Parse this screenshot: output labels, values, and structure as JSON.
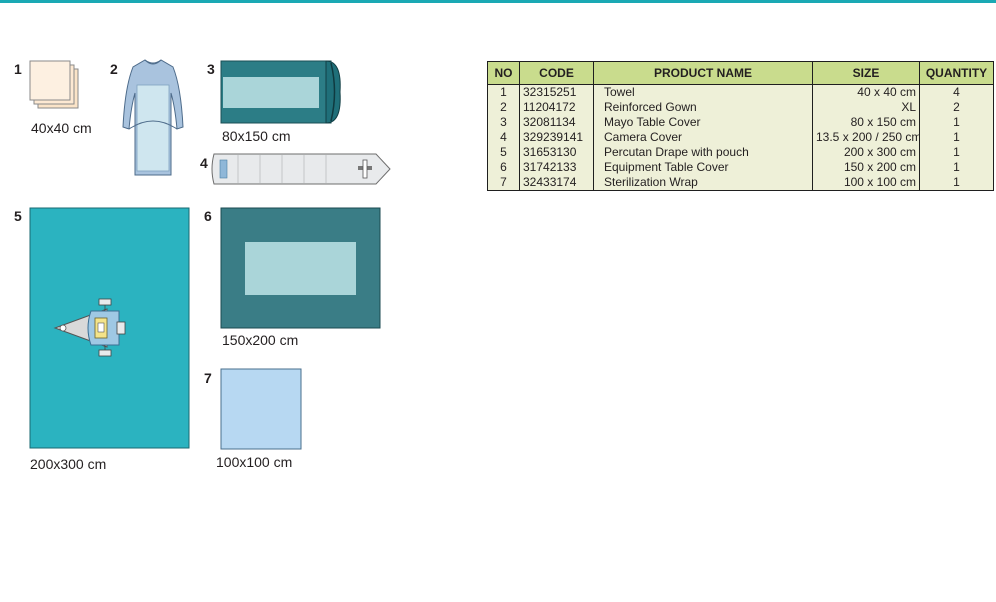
{
  "items": [
    {
      "num": "1",
      "caption": "40x40 cm"
    },
    {
      "num": "2",
      "caption": ""
    },
    {
      "num": "3",
      "caption": "80x150 cm"
    },
    {
      "num": "4",
      "caption": ""
    },
    {
      "num": "5",
      "caption": "200x300 cm"
    },
    {
      "num": "6",
      "caption": "150x200 cm"
    },
    {
      "num": "7",
      "caption": "100x100 cm"
    }
  ],
  "colors": {
    "accent_line": "#1aa9b4",
    "towel": "#fde9d3",
    "gown": "#a9c3de",
    "teal_dark": "#2c7d86",
    "drape_teal": "#2bb3c0",
    "wrap_blue": "#b7d8f2",
    "header_green": "#c9dc8d",
    "row_bg": "#eef0d8"
  },
  "table": {
    "headers": [
      "NO",
      "CODE",
      "PRODUCT NAME",
      "SIZE",
      "QUANTITY"
    ],
    "rows": [
      [
        "1",
        "32315251",
        "Towel",
        "40 x 40 cm",
        "4"
      ],
      [
        "2",
        "11204172",
        "Reinforced Gown",
        "XL",
        "2"
      ],
      [
        "3",
        "32081134",
        "Mayo Table Cover",
        "80 x 150 cm",
        "1"
      ],
      [
        "4",
        "329239141",
        "Camera Cover",
        "13.5 x 200 / 250 cm",
        "1"
      ],
      [
        "5",
        "31653130",
        "Percutan Drape with pouch",
        "200 x 300 cm",
        "1"
      ],
      [
        "6",
        "31742133",
        "Equipment Table Cover",
        "150 x 200 cm",
        "1"
      ],
      [
        "7",
        "32433174",
        "Sterilization Wrap",
        "100 x 100 cm",
        "1"
      ]
    ]
  }
}
